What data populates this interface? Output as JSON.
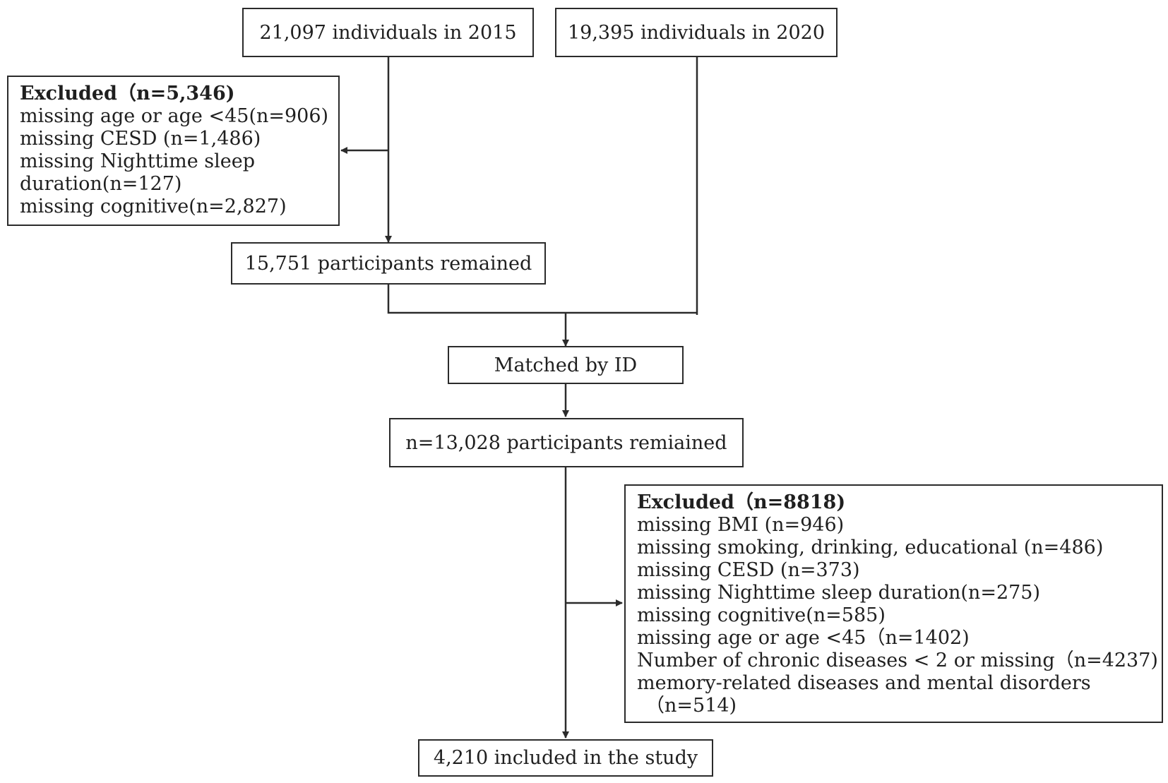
{
  "nodes": {
    "start_2015": "21,097 individuals in 2015",
    "start_2020": "19,395 individuals in 2020",
    "remained_15751": "15,751 participants remained",
    "matched": "Matched by ID",
    "remained_13028": "n=13,028 participants remiained",
    "included": "4,210 included in the study"
  },
  "exclusion_1": {
    "title": "Excluded（n=5,346)",
    "lines": [
      "missing age or age <45(n=906)",
      "missing CESD (n=1,486)",
      "missing Nighttime sleep",
      "duration(n=127)",
      "missing cognitive(n=2,827)"
    ]
  },
  "exclusion_2": {
    "title": "Excluded（n=8818)",
    "lines": [
      "missing BMI (n=946)",
      "missing smoking, drinking, educational (n=486)",
      "missing CESD (n=373)",
      "missing Nighttime sleep duration(n=275)",
      "missing cognitive(n=585)",
      "missing age or age <45（n=1402)",
      "Number of chronic diseases < 2 or missing（n=4237)",
      "memory-related diseases and mental disorders",
      "（n=514)"
    ]
  }
}
